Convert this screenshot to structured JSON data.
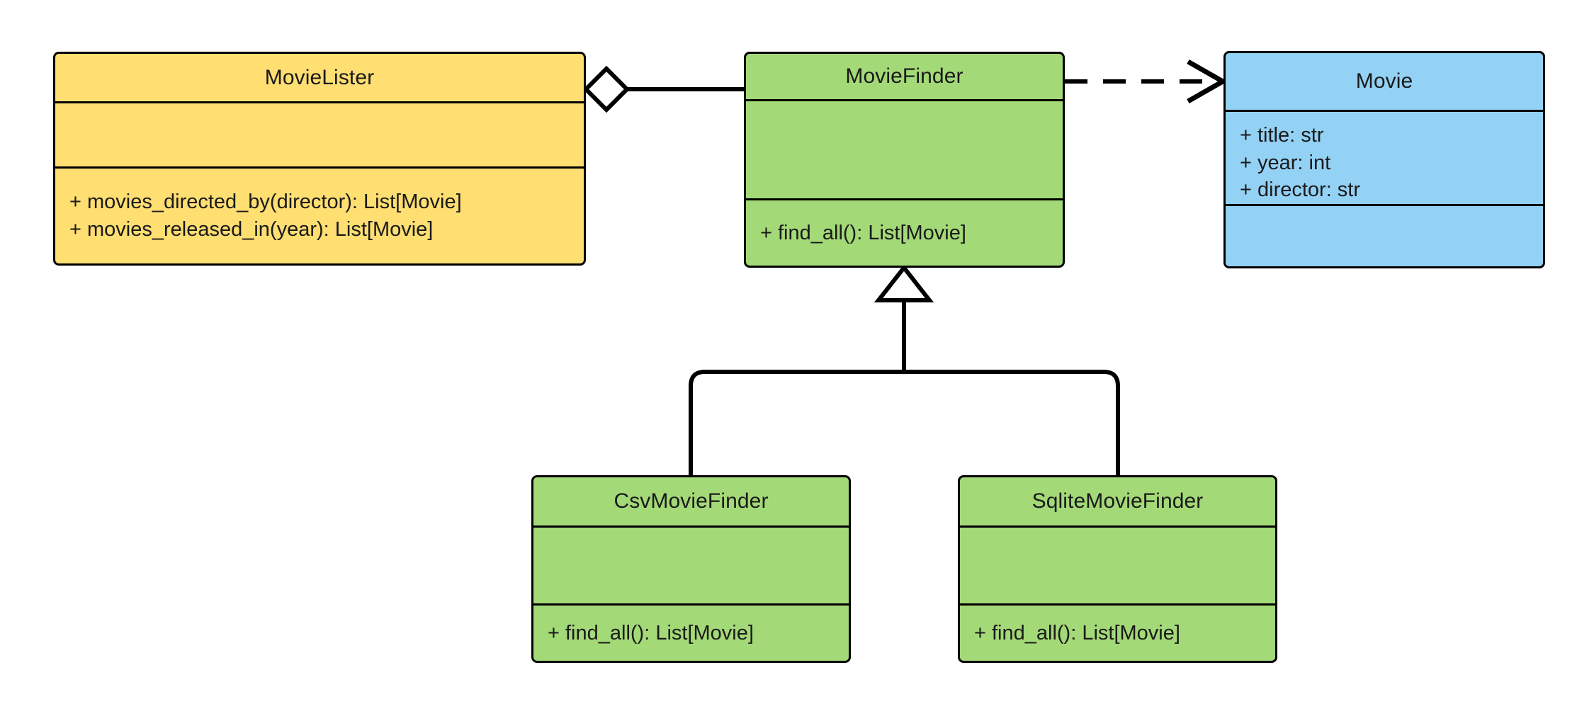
{
  "diagram": {
    "type": "uml-class-diagram",
    "background_color": "#ffffff",
    "line_color": "#000000",
    "palette": {
      "client_yellow": "#ffde72",
      "service_green": "#a3d977",
      "entity_blue": "#93d1f5"
    }
  },
  "classes": {
    "movielister": {
      "name": "MovieLister",
      "fill": "#ffde72",
      "attributes": [],
      "methods": [
        "+ movies_directed_by(director): List[Movie]",
        "+ movies_released_in(year): List[Movie]"
      ]
    },
    "moviefinder": {
      "name": "MovieFinder",
      "fill": "#a3d977",
      "attributes": [],
      "methods": [
        "+ find_all(): List[Movie]"
      ]
    },
    "movie": {
      "name": "Movie",
      "fill": "#93d1f5",
      "attributes": [
        "+ title: str",
        "+ year: int",
        "+ director: str"
      ],
      "methods": []
    },
    "csvmoviefinder": {
      "name": "CsvMovieFinder",
      "fill": "#a3d977",
      "attributes": [],
      "methods": [
        "+ find_all(): List[Movie]"
      ]
    },
    "sqlitemoviefinder": {
      "name": "SqliteMovieFinder",
      "fill": "#a3d977",
      "attributes": [],
      "methods": [
        "+ find_all(): List[Movie]"
      ]
    }
  },
  "relationships": [
    {
      "id": "aggregation-movielister-moviefinder",
      "kind": "aggregation",
      "from": "MovieLister",
      "to": "MovieFinder",
      "line_style": "solid",
      "source_decoration": "hollow-diamond",
      "target_decoration": "none",
      "label": ""
    },
    {
      "id": "dependency-moviefinder-movie",
      "kind": "dependency",
      "from": "MovieFinder",
      "to": "Movie",
      "line_style": "dashed",
      "source_decoration": "none",
      "target_decoration": "open-arrow",
      "label": ""
    },
    {
      "id": "generalization-csvmoviefinder-moviefinder",
      "kind": "generalization",
      "from": "CsvMovieFinder",
      "to": "MovieFinder",
      "line_style": "solid",
      "source_decoration": "none",
      "target_decoration": "hollow-triangle",
      "label": ""
    },
    {
      "id": "generalization-sqlitemoviefinder-moviefinder",
      "kind": "generalization",
      "from": "SqliteMovieFinder",
      "to": "MovieFinder",
      "line_style": "solid",
      "source_decoration": "none",
      "target_decoration": "hollow-triangle",
      "label": ""
    }
  ]
}
